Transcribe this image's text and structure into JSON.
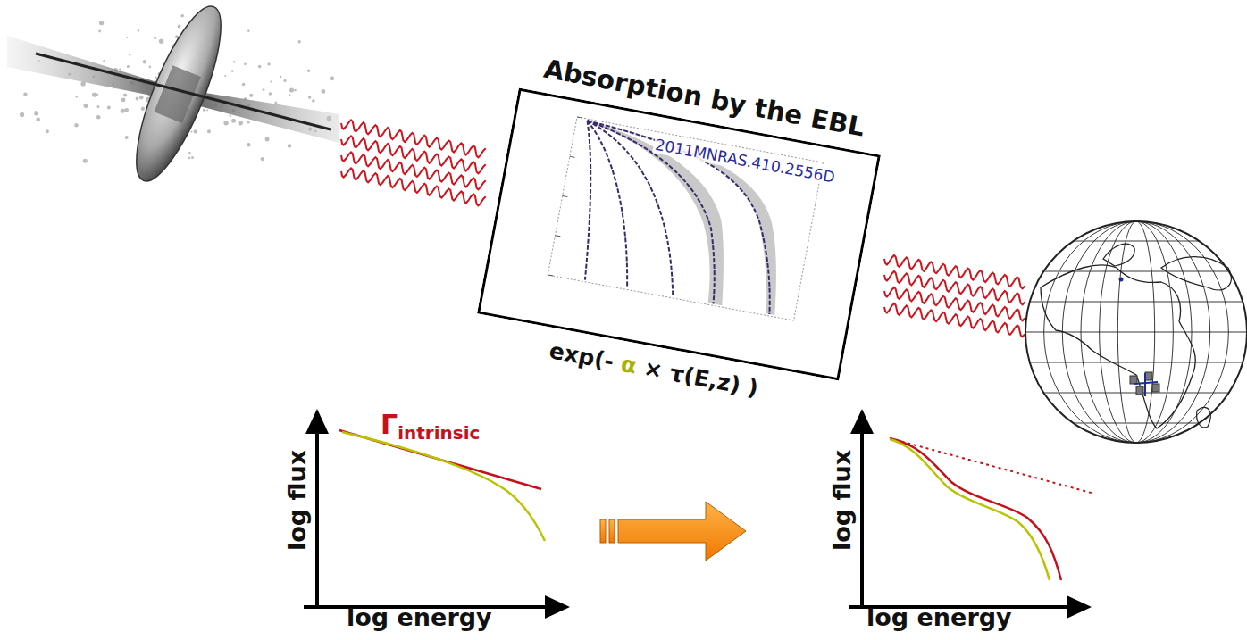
{
  "diagram": {
    "nodes": [
      {
        "text": [
          "Absorption by the EBL",
          "2011MNRAS.410.2556D"
        ]
      }
    ],
    "labels": [
      "Γ",
      "intrinsic",
      "log flux",
      "log energy",
      "log flux",
      "log energy",
      "exp(-",
      "α",
      "× τ(E,z) )"
    ]
  }
}
